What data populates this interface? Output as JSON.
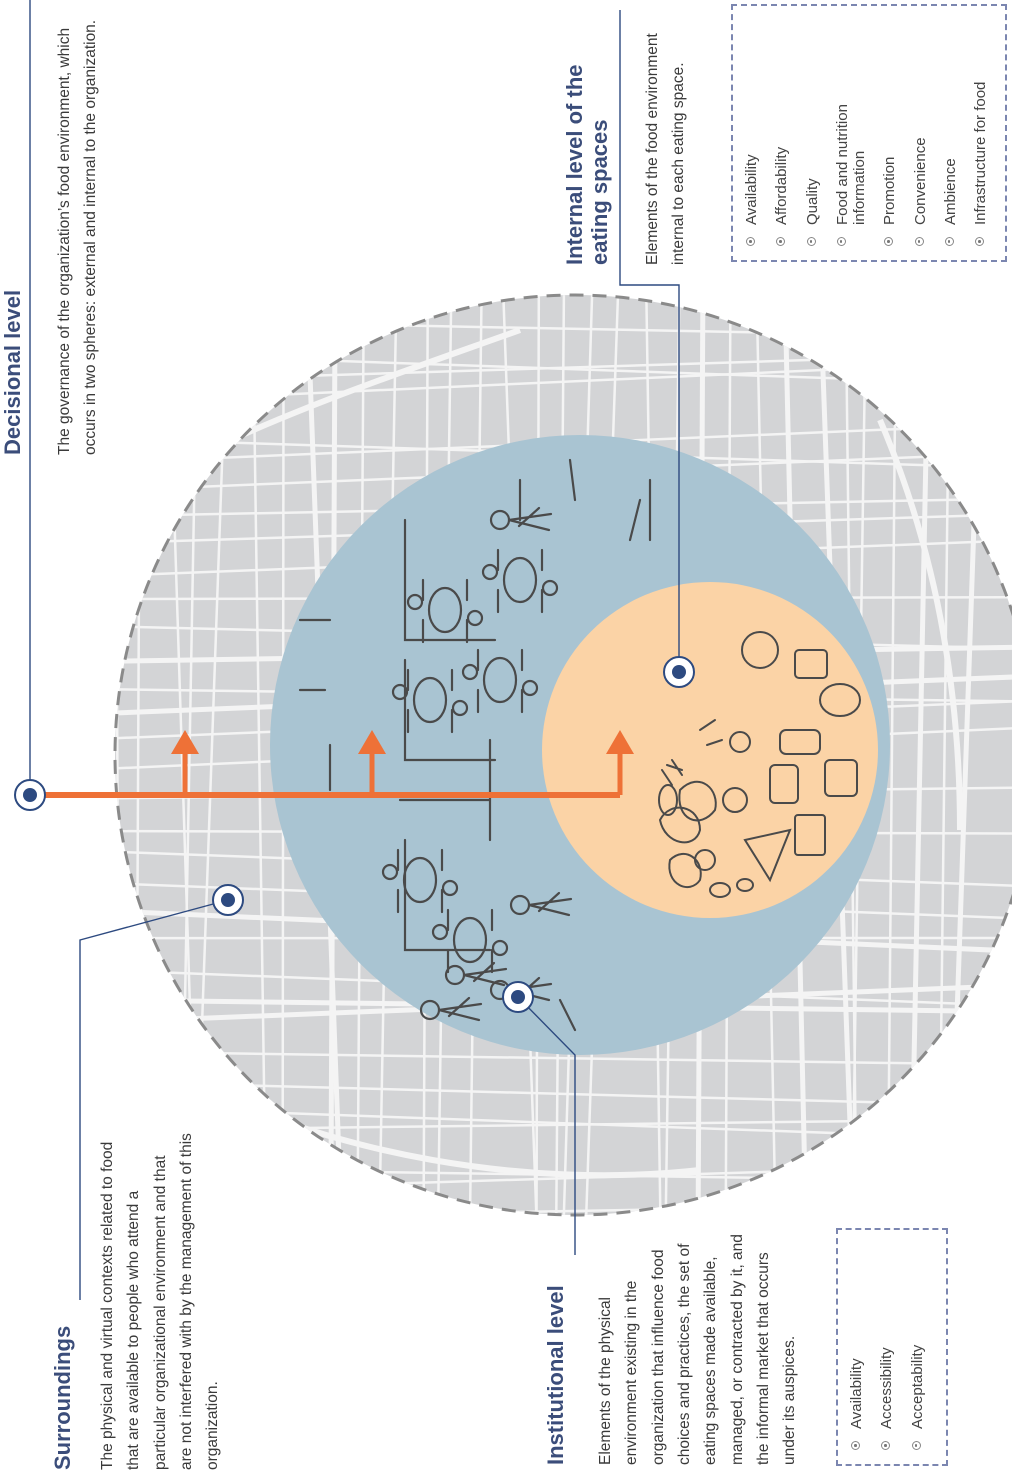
{
  "levels": {
    "decisional": {
      "title": "Decisional level",
      "description": "The governance of the organization’s food environment, which occurs in two spheres: external and internal to the organization."
    },
    "internal": {
      "title": "Internal level of the eating spaces",
      "description": "Elements of the food environment internal to each eating space.",
      "items": [
        "Availability",
        "Affordability",
        "Quality",
        "Food and nutrition information",
        "Promotion",
        "Convenience",
        "Ambience",
        "Infrastructure for food"
      ]
    },
    "surroundings": {
      "title": "Surroundings",
      "description": "The physical and virtual contexts related to food that are available to people who attend a particular organizational environment and that are not interfered with by the management of this organization."
    },
    "institutional": {
      "title": "Institutional level",
      "description": "Elements of the physical environment existing in the organization that influence food choices and practices, the set of eating spaces made available, managed, or contracted by it, and the informal market that occurs under its auspices.",
      "items": [
        "Availability",
        "Accessibility",
        "Acceptability"
      ]
    }
  },
  "colors": {
    "outer_ring": "#d3d4d6",
    "middle_ring": "#a9c4d2",
    "inner_ring": "#fbd3a6",
    "arrow": "#ee7137",
    "heading": "#3b4d7a",
    "marker": "#2d4a80",
    "street": "#f4f4f4",
    "sketch": "#4a4a4a"
  },
  "icons": [
    "map-streets",
    "people-dining-sketch",
    "food-items-sketch",
    "target-marker-icon",
    "arrow-up-icon"
  ]
}
